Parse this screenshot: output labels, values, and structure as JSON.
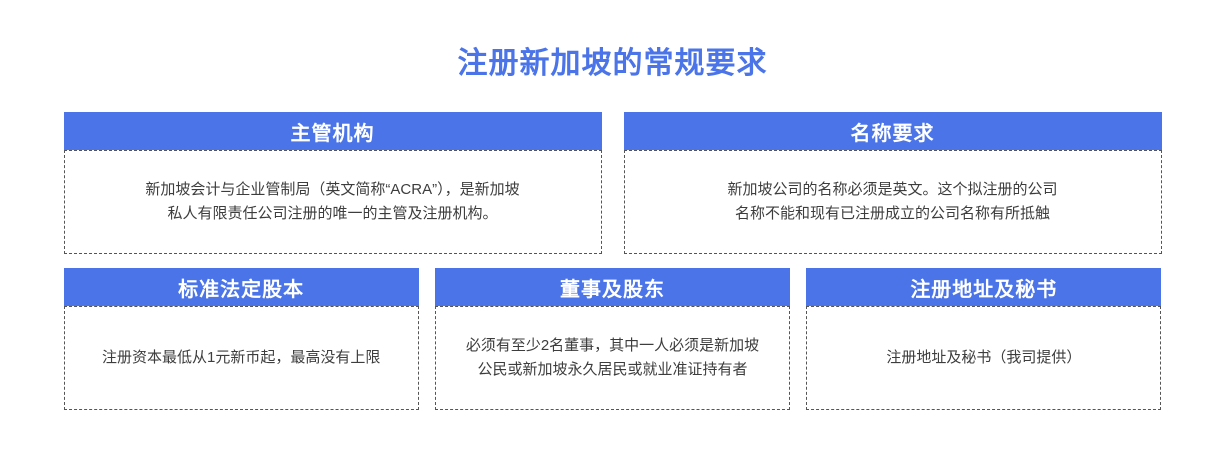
{
  "page": {
    "title": "注册新加坡的常规要求"
  },
  "theme": {
    "accent_blue": "#4A74E8",
    "header_text_color": "#FFFFFF",
    "body_text_color": "#3D3D3D",
    "dashed_border_color": "#555555",
    "page_background": "#FFFFFF"
  },
  "rows": [
    {
      "cards": [
        {
          "title": "主管机构",
          "body_lines": [
            "新加坡会计与企业管制局（英文简称“ACRA”），是新加坡",
            "私人有限责任公司注册的唯一的主管及注册机构。"
          ]
        },
        {
          "title": "名称要求",
          "body_lines": [
            "新加坡公司的名称必须是英文。这个拟注册的公司",
            "名称不能和现有已注册成立的公司名称有所抵触"
          ]
        }
      ]
    },
    {
      "cards": [
        {
          "title": "标准法定股本",
          "body_lines": [
            "注册资本最低从1元新币起，最高没有上限",
            ""
          ]
        },
        {
          "title": "董事及股东",
          "body_lines": [
            "必须有至少2名董事，其中一人必须是新加坡",
            "公民或新加坡永久居民或就业准证持有者"
          ]
        },
        {
          "title": "注册地址及秘书",
          "body_lines": [
            "注册地址及秘书（我司提供）",
            ""
          ]
        }
      ]
    }
  ]
}
